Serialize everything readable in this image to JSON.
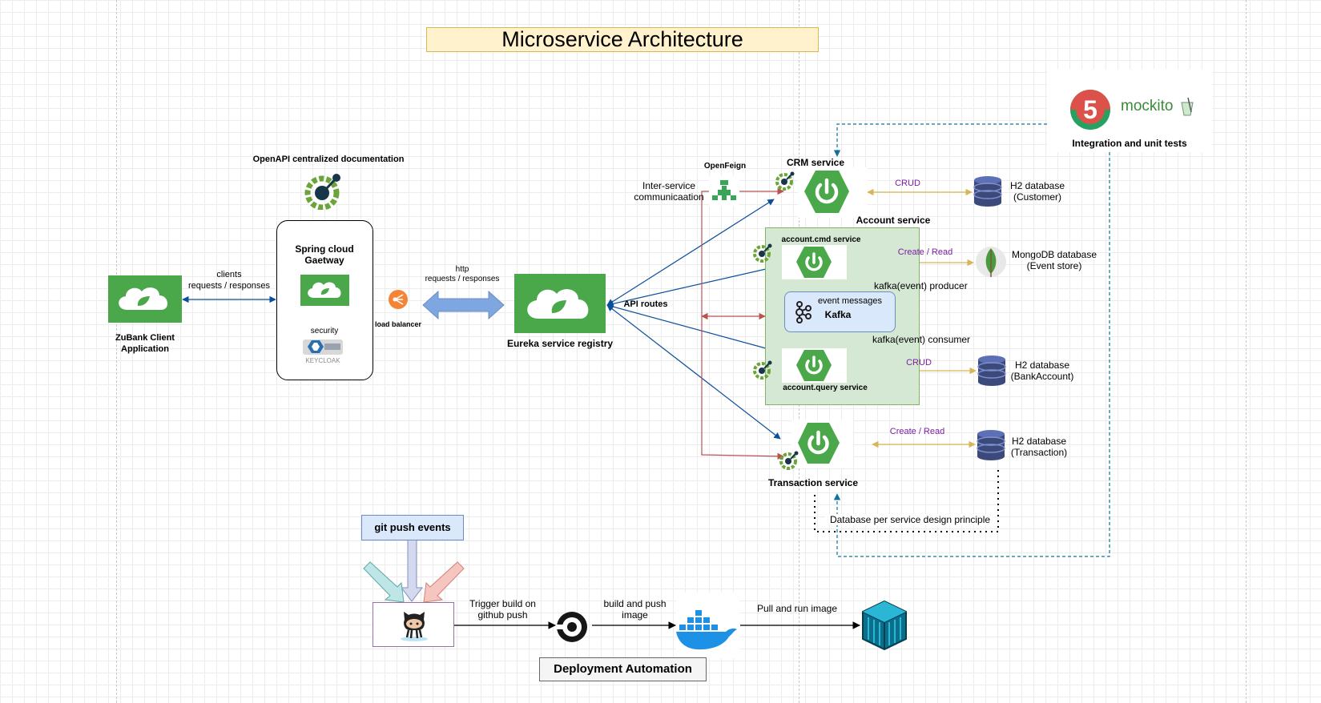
{
  "title": "Microservice Architecture",
  "client": {
    "label": "ZuBank Client\nApplication",
    "edge_label": "clients\nrequests / responses"
  },
  "openapi": {
    "label": "OpenAPI centralized documentation"
  },
  "gateway": {
    "label": "Spring cloud\nGaetway",
    "security_label": "security",
    "keycloak_text": "KEYCLOAK"
  },
  "load_balancer": {
    "label": "load balancer"
  },
  "http_edge": {
    "label": "http\nrequests / responses"
  },
  "eureka": {
    "label": "Eureka service registry",
    "api_routes_label": "API routes"
  },
  "openfeign": {
    "label": "OpenFeign",
    "inter_service_label": "Inter-service\ncommunicaation"
  },
  "crm": {
    "label": "CRM service",
    "crud_label": "CRUD",
    "db_label": "H2 database\n(Customer)"
  },
  "account": {
    "label": "Account service",
    "cmd_label": "account.cmd service",
    "query_label": "account.query service",
    "cmd_edge_label": "Create / Read",
    "mongo_label": "MongoDB database\n(Event store)",
    "producer_label": "kafka(event) producer",
    "consumer_label": "kafka(event) consumer",
    "kafka_title": "event  messages",
    "kafka_name": "Kafka",
    "query_crud_label": "CRUD",
    "query_db_label": "H2 database\n(BankAccount)"
  },
  "transaction": {
    "label": "Transaction service",
    "edge_label": "Create / Read",
    "db_label": "H2 database\n(Transaction)"
  },
  "db_principle": {
    "label": "Database per service design principle"
  },
  "tests": {
    "label": "Integration and unit tests",
    "junit_glyph": "5",
    "mockito_text": "mockito"
  },
  "deployment": {
    "git_push_label": "git push events",
    "trigger_label": "Trigger build on\ngithub push",
    "build_push_label": "build and push\nimage",
    "pull_run_label": "Pull and run image",
    "box_label": "Deployment Automation"
  },
  "colors": {
    "spring_green": "#4aa84a",
    "blue_arrow": "#0b4f9c",
    "red_arrow": "#b85450",
    "gold_arrow": "#d6b656",
    "teal_dashed": "#10739e",
    "purple_text": "#7b1fa2"
  },
  "icons": {
    "client": "spring-cloud-icon",
    "openapi": "openapi-icon",
    "gateway": "spring-cloud-icon",
    "keycloak": "keycloak-icon",
    "load_balancer": "load-balancer-icon",
    "eureka": "spring-cloud-icon",
    "openfeign": "openfeign-icon",
    "spring_boot": "spring-boot-power-icon",
    "actuator": "actuator-icon",
    "database": "database-icon",
    "mongodb": "mongodb-leaf-icon",
    "kafka": "kafka-icon",
    "github": "github-octocat-icon",
    "circleci": "circleci-icon",
    "docker": "docker-whale-icon",
    "container": "container-icon",
    "junit": "junit5-icon",
    "mockito": "mockito-icon"
  }
}
